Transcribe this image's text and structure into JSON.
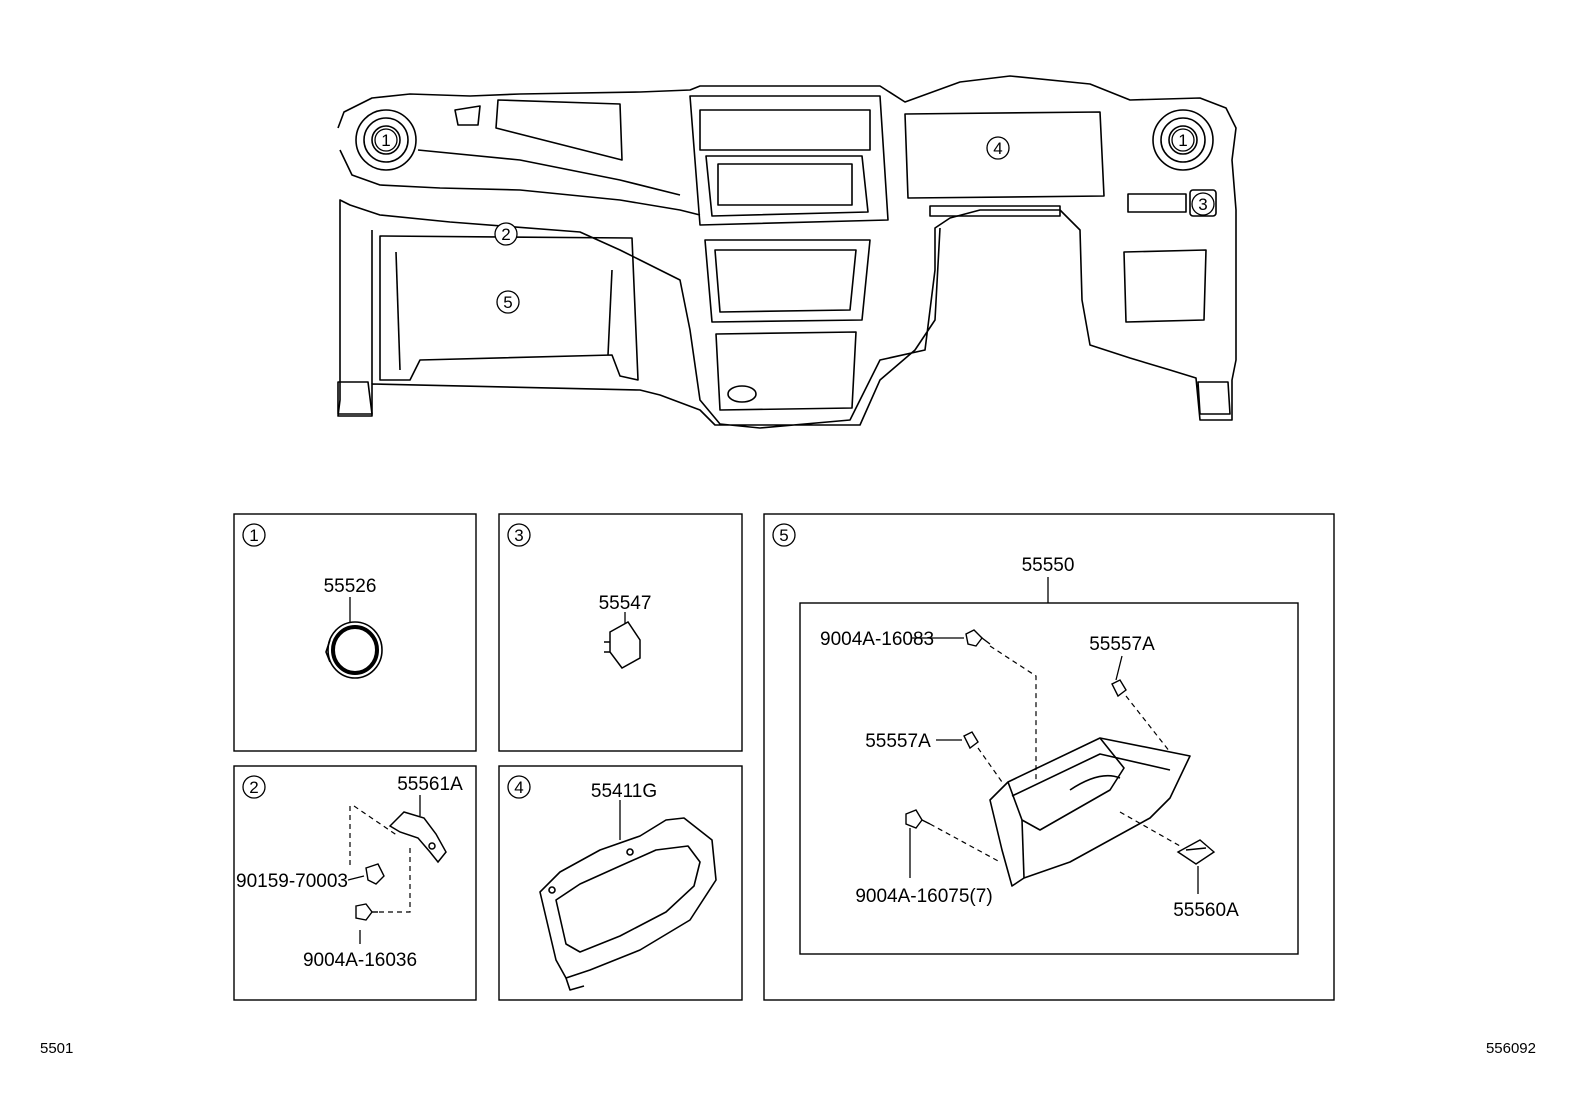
{
  "callouts": {
    "c1": "1",
    "c2": "2",
    "c3": "3",
    "c4": "4",
    "c5": "5"
  },
  "parts": {
    "p1": "55526",
    "p3": "55547",
    "p2a": "55561A",
    "p2b": "90159-70003",
    "p2c": "9004A-16036",
    "p4": "55411G",
    "p5_main": "55550",
    "p5a": "9004A-16083",
    "p5b": "55557A",
    "p5c": "55557A",
    "p5d": "9004A-16075(7)",
    "p5e": "55560A"
  },
  "footer": {
    "left_code": "5501",
    "right_code": "556092"
  }
}
